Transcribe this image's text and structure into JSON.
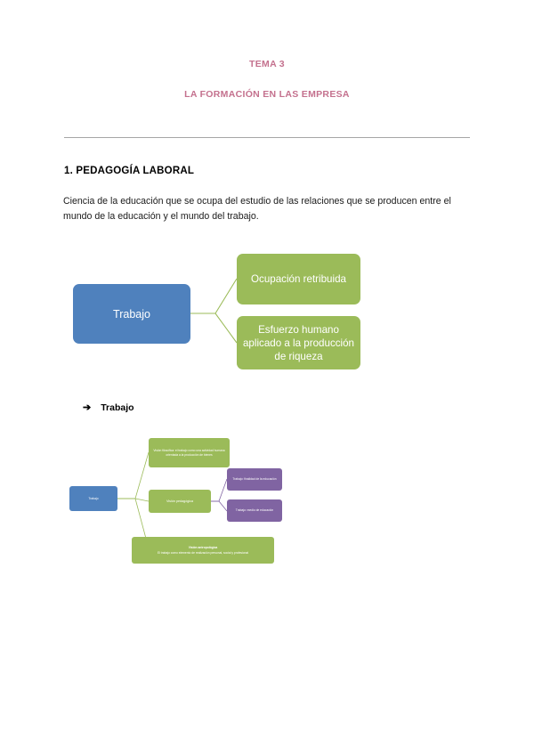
{
  "header": {
    "line1": "TEMA 3",
    "line2": "LA FORMACIÓN EN LAS EMPRESA",
    "color": "#C4718E"
  },
  "section": {
    "heading": "1. PEDAGOGÍA LABORAL",
    "paragraph": "Ciencia de la educación que se ocupa del estudio de las relaciones que se producen entre el mundo de la educación y el mundo del trabajo."
  },
  "bullet": {
    "marker": "➔",
    "label": "Trabajo"
  },
  "diagram1": {
    "root": "Trabajo",
    "branches": [
      "Ocupación retribuida",
      "Esfuerzo humano aplicado a la producción de riqueza"
    ],
    "colors": {
      "root": "#4F81BD",
      "branch": "#9BBB59",
      "connector": "#9BBB59"
    }
  },
  "diagram2": {
    "root": "Trabajo",
    "nodes": {
      "vision_filosofica": "Visión filosófica: el trabajo como una actividad humana orientada a la producción de bienes",
      "vision_pedagogica": "Visión pedagógica",
      "pedagogica_child_1": "Trabajo: finalidad de la educación",
      "pedagogica_child_2": "Trabajo: medio de educación",
      "vision_antropologica_title": "Visión antropológica",
      "vision_antropologica_body": "El trabajo como elemento de realización personal, social y profesional"
    },
    "colors": {
      "root": "#4F81BD",
      "green": "#9BBB59",
      "purple": "#8064A2",
      "connector_green": "#9BBB59",
      "connector_purple": "#8064A2"
    }
  }
}
